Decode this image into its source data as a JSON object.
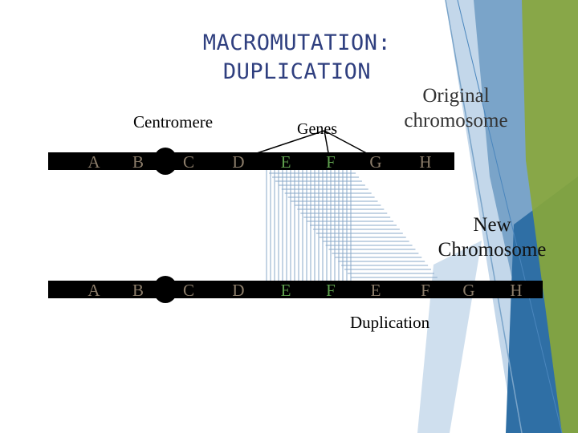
{
  "title_line1": "MACROMUTATION:",
  "title_line2": "DUPLICATION",
  "labels": {
    "centromere": "Centromere",
    "genes": "Genes",
    "original_line1": "Original",
    "original_line2": "chromosome",
    "new_line1": "New",
    "new_line2": "Chromosome",
    "duplication": "Duplication"
  },
  "original_genes": [
    "A",
    "B",
    "C",
    "D",
    "E",
    "F",
    "G",
    "H"
  ],
  "new_genes": [
    "A",
    "B",
    "C",
    "D",
    "E",
    "F",
    "E",
    "F",
    "G",
    "H"
  ],
  "colors": {
    "title": "#2f3f7f",
    "chromosome": "#000000",
    "gene_letter": "#8c7d6a",
    "gene_highlight": "#5fa04e",
    "hatch": "#8aa8c8",
    "deco_light": "#c3d7ea",
    "deco_mid": "#7aa4c9",
    "deco_dark": "#2f6fa5",
    "deco_green": "#8aa73a"
  }
}
